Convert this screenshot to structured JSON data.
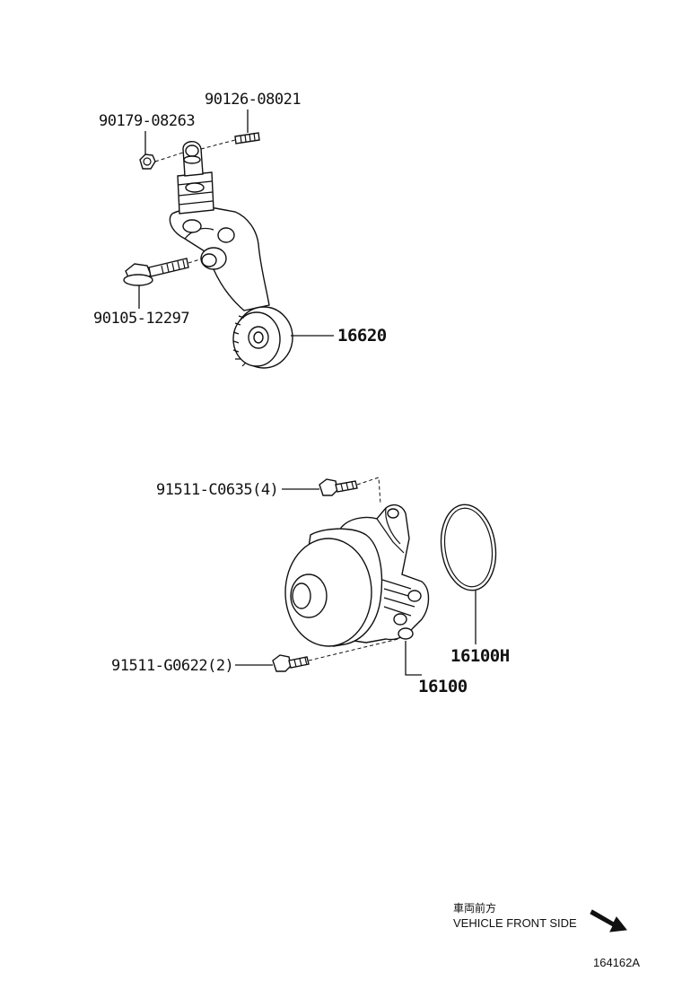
{
  "parts": {
    "p90126": "90126-08021",
    "p90179": "90179-08263",
    "p90105": "90105-12297",
    "p16620": "16620",
    "p91511c": "91511-C0635(4)",
    "p91511g": "91511-G0622(2)",
    "p16100h": "16100H",
    "p16100": "16100"
  },
  "direction": {
    "jp": "車両前方",
    "en": "VEHICLE FRONT SIDE"
  },
  "figure_id": "164162A"
}
